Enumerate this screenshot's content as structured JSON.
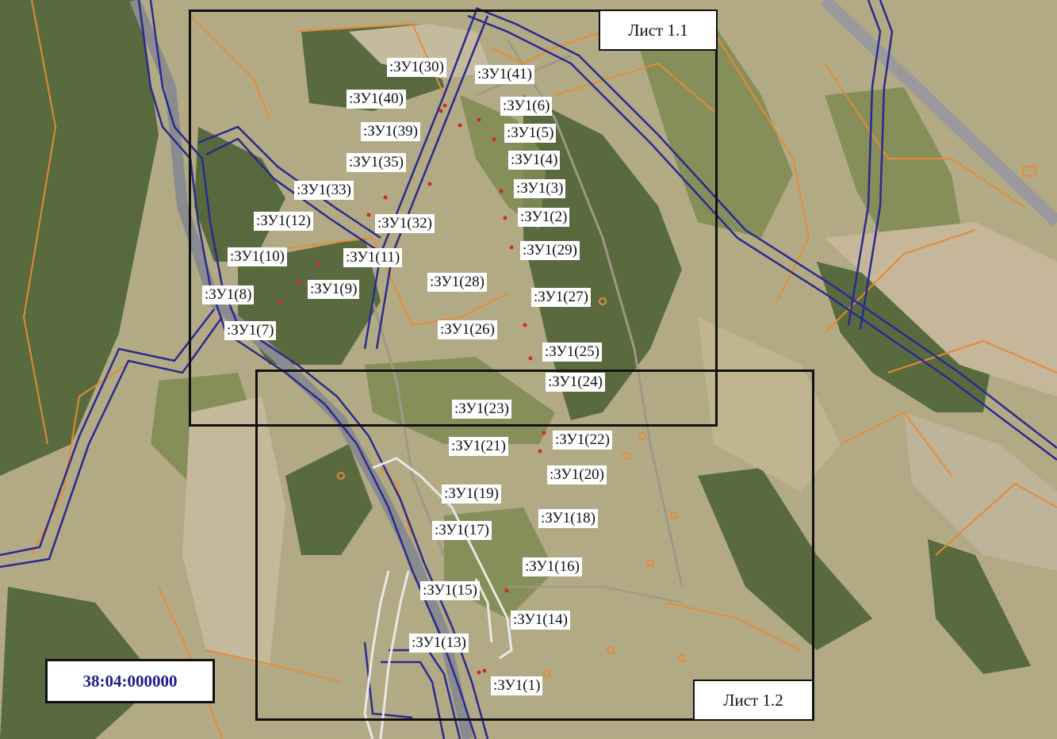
{
  "map": {
    "colors": {
      "field": "#b6ad86",
      "forest": "#4f6232",
      "forest_light": "#7e8b4c",
      "road": "#8c8c92",
      "boundary": "#e58a3a",
      "easement": "#2b2a8e",
      "point": "#d42a20",
      "frame": "#111111"
    },
    "sheets": [
      {
        "label": "Лист 1.1"
      },
      {
        "label": "Лист 1.2"
      }
    ],
    "quarter_number": "38:04:000000",
    "plots": [
      {
        "label": ":ЗУ1(30)"
      },
      {
        "label": ":ЗУ1(41)"
      },
      {
        "label": ":ЗУ1(40)"
      },
      {
        "label": ":ЗУ1(6)"
      },
      {
        "label": ":ЗУ1(39)"
      },
      {
        "label": ":ЗУ1(5)"
      },
      {
        "label": ":ЗУ1(35)"
      },
      {
        "label": ":ЗУ1(4)"
      },
      {
        "label": ":ЗУ1(33)"
      },
      {
        "label": ":ЗУ1(3)"
      },
      {
        "label": ":ЗУ1(12)"
      },
      {
        "label": ":ЗУ1(32)"
      },
      {
        "label": ":ЗУ1(2)"
      },
      {
        "label": ":ЗУ1(10)"
      },
      {
        "label": ":ЗУ1(11)"
      },
      {
        "label": ":ЗУ1(29)"
      },
      {
        "label": ":ЗУ1(8)"
      },
      {
        "label": ":ЗУ1(9)"
      },
      {
        "label": ":ЗУ1(28)"
      },
      {
        "label": ":ЗУ1(27)"
      },
      {
        "label": ":ЗУ1(7)"
      },
      {
        "label": ":ЗУ1(26)"
      },
      {
        "label": ":ЗУ1(25)"
      },
      {
        "label": ":ЗУ1(24)"
      },
      {
        "label": ":ЗУ1(23)"
      },
      {
        "label": ":ЗУ1(21)"
      },
      {
        "label": ":ЗУ1(22)"
      },
      {
        "label": ":ЗУ1(20)"
      },
      {
        "label": ":ЗУ1(19)"
      },
      {
        "label": ":ЗУ1(18)"
      },
      {
        "label": ":ЗУ1(17)"
      },
      {
        "label": ":ЗУ1(16)"
      },
      {
        "label": ":ЗУ1(15)"
      },
      {
        "label": ":ЗУ1(14)"
      },
      {
        "label": ":ЗУ1(13)"
      },
      {
        "label": ":ЗУ1(1)"
      }
    ]
  }
}
